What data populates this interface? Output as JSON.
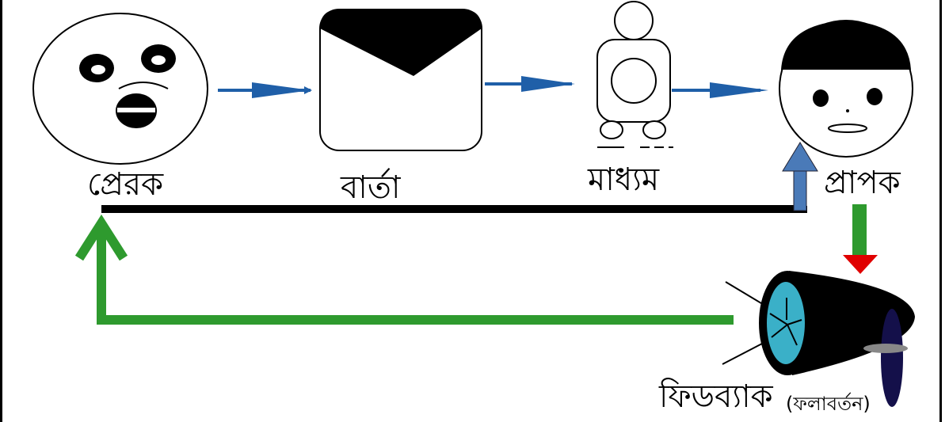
{
  "labels": {
    "sender": "প্রেরক",
    "message": "বার্তা",
    "channel": "মাধ্যম",
    "receiver": "প্রাপক",
    "feedback": "ফিডব্যাক",
    "feedback_alt": "(ফলাবর্তন)"
  },
  "colors": {
    "flow_arrow": "#1f5fa8",
    "feedback_arrow": "#2e9a2e",
    "down_arrow_head": "#e00000",
    "up_arrow": "#4a7ab8",
    "lens": "#3ab0c8",
    "propeller": "#14104a"
  }
}
